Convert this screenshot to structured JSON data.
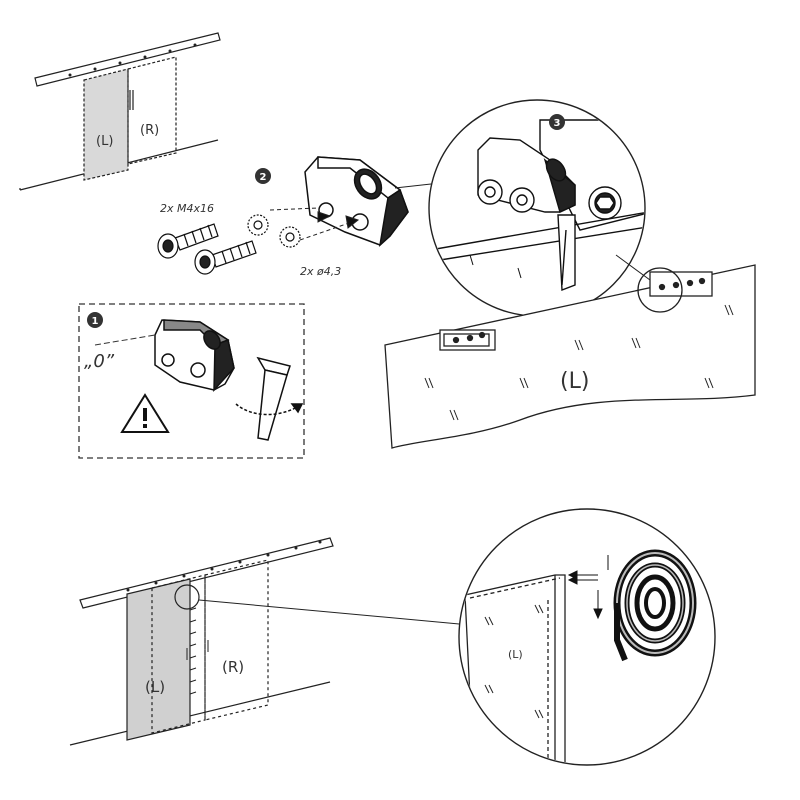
{
  "steps": [
    "1",
    "2",
    "3"
  ],
  "labels": {
    "door_left": "(L)",
    "door_right": "(R)",
    "screws": "2x M4x16",
    "washers": "2x ø4,3",
    "zero_mark": "„0”"
  },
  "icons": {
    "warning": "warning-triangle-icon",
    "allen_key": "allen-key-icon",
    "arrow": "arrow-icon"
  }
}
